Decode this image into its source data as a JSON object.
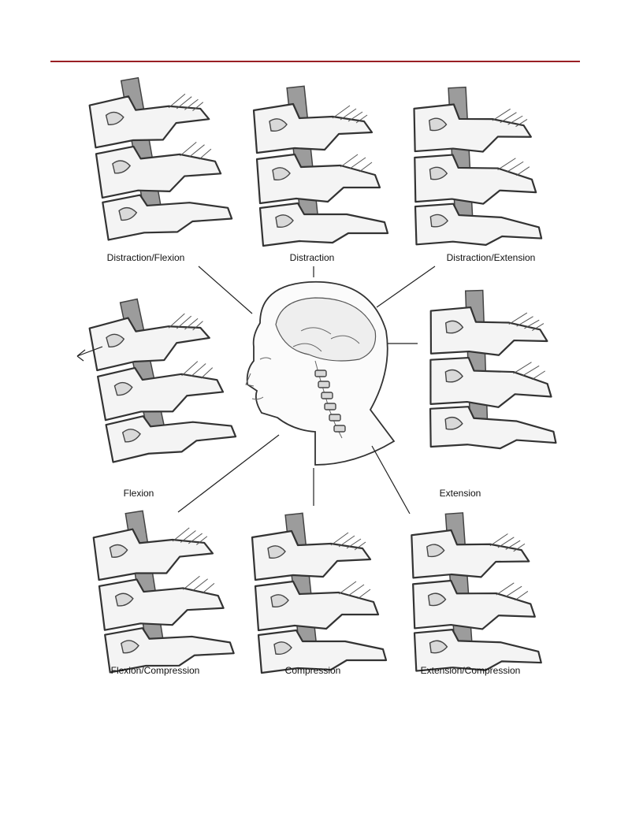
{
  "labels": {
    "distraction_flexion": "Distraction/Flexion",
    "distraction": "Distraction",
    "distraction_extension": "Distraction/Extension",
    "flexion": "Flexion",
    "extension": "Extension",
    "flexion_compression": "Flexion/Compression",
    "compression": "Compression",
    "extension_compression": "Extension/Compression"
  },
  "colors": {
    "header_rule": "#9a1f24"
  }
}
